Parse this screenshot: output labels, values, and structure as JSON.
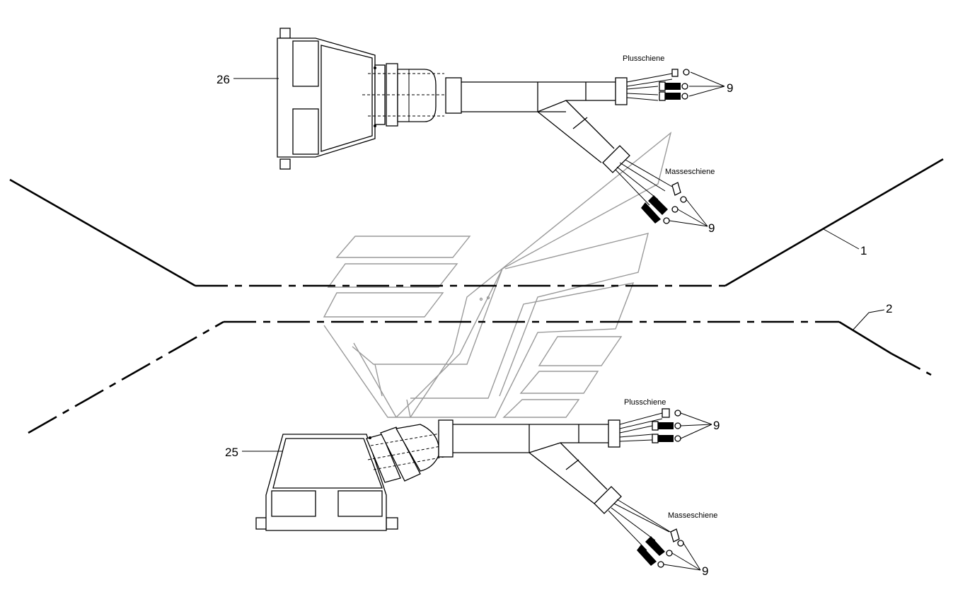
{
  "labels": {
    "part_26": "26",
    "part_25": "25",
    "part_1": "1",
    "part_2": "2",
    "part_9": "9",
    "plus_rail": "Plusschiene",
    "ground_rail": "Masseschiene"
  },
  "icons": [
    "connector-26-icon",
    "connector-25-icon",
    "cable-lug-icon",
    "watermark-logo-icon"
  ],
  "colors": {
    "line": "#000000",
    "watermark": "#9a9a9a",
    "background": "#ffffff"
  }
}
